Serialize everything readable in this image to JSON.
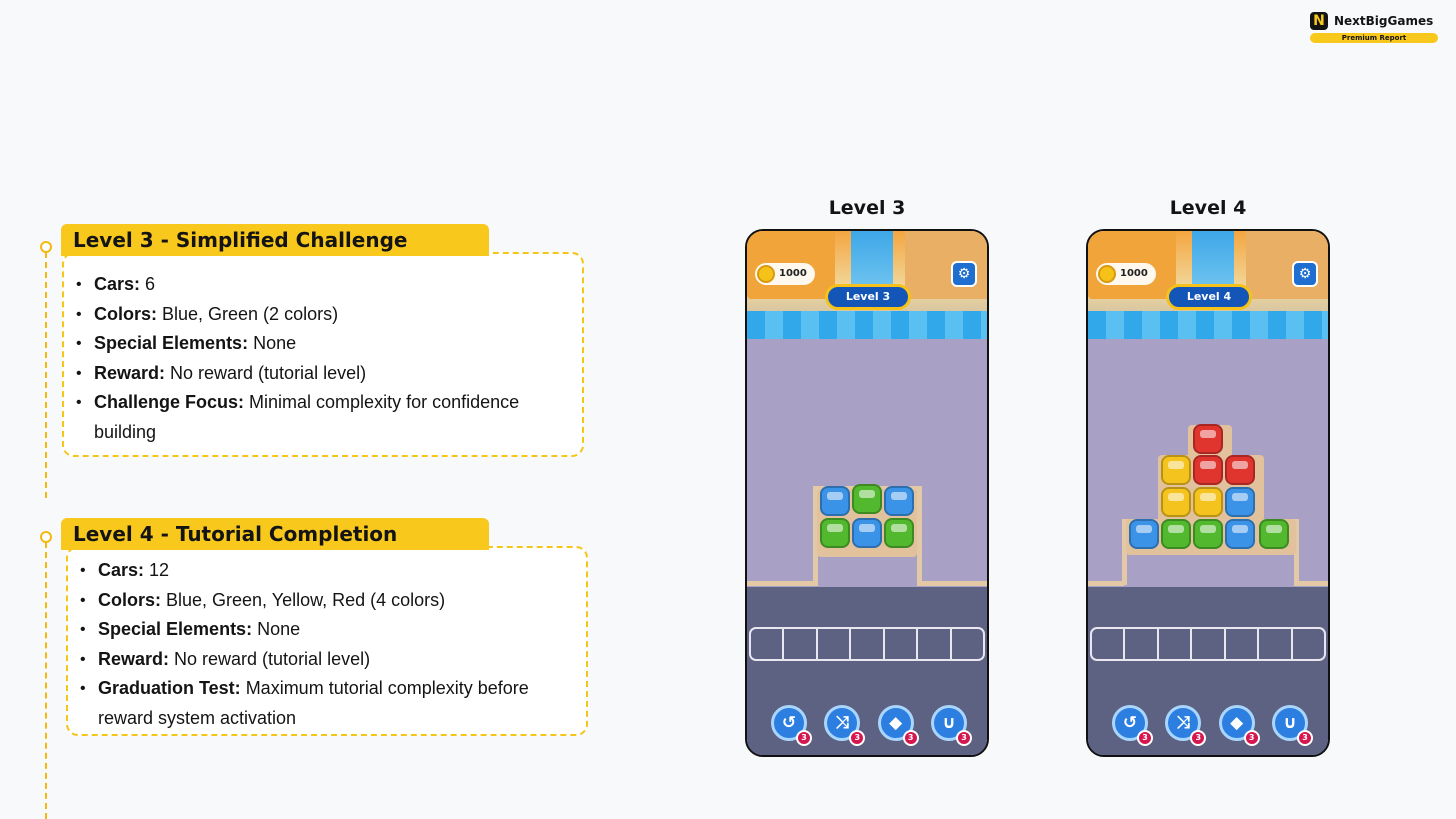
{
  "brand": {
    "name": "NextBigGames",
    "badge": "Premium Report",
    "logo_letter": "N"
  },
  "sections": [
    {
      "title": "Level 3 - Simplified Challenge",
      "items": [
        {
          "label": "Cars:",
          "value": " 6"
        },
        {
          "label": "Colors:",
          "value": " Blue, Green (2 colors)"
        },
        {
          "label": "Special Elements:",
          "value": " None"
        },
        {
          "label": "Reward:",
          "value": " No reward (tutorial level)"
        },
        {
          "label": "Challenge Focus:",
          "value": " Minimal complexity for confidence building"
        }
      ]
    },
    {
      "title": "Level 4 - Tutorial Completion",
      "items": [
        {
          "label": "Cars:",
          "value": " 12"
        },
        {
          "label": "Colors:",
          "value": " Blue, Green, Yellow, Red (4 colors)"
        },
        {
          "label": "Special Elements:",
          "value": " None"
        },
        {
          "label": "Reward:",
          "value": " No reward (tutorial level)"
        },
        {
          "label": "Graduation Test:",
          "value": " Maximum tutorial complexity before reward system activation"
        }
      ]
    }
  ],
  "phones": [
    {
      "caption": "Level 3",
      "coins": "1000",
      "level_label": "Level 3",
      "booster_counts": [
        "3",
        "3",
        "3",
        "3"
      ]
    },
    {
      "caption": "Level 4",
      "coins": "1000",
      "level_label": "Level 4",
      "booster_counts": [
        "3",
        "3",
        "3",
        "3"
      ]
    }
  ],
  "icons": {
    "gear": "gear-icon",
    "coin": "coin-icon",
    "undo": "undo-icon",
    "shuffle": "shuffle-icon",
    "sort": "sort-icon",
    "magnet": "magnet-icon"
  },
  "colors": {
    "accent": "#f8c81c",
    "car_blue": "#3b93e8",
    "car_green": "#52b82e",
    "car_yellow": "#f4c31e",
    "car_red": "#e0342f"
  }
}
